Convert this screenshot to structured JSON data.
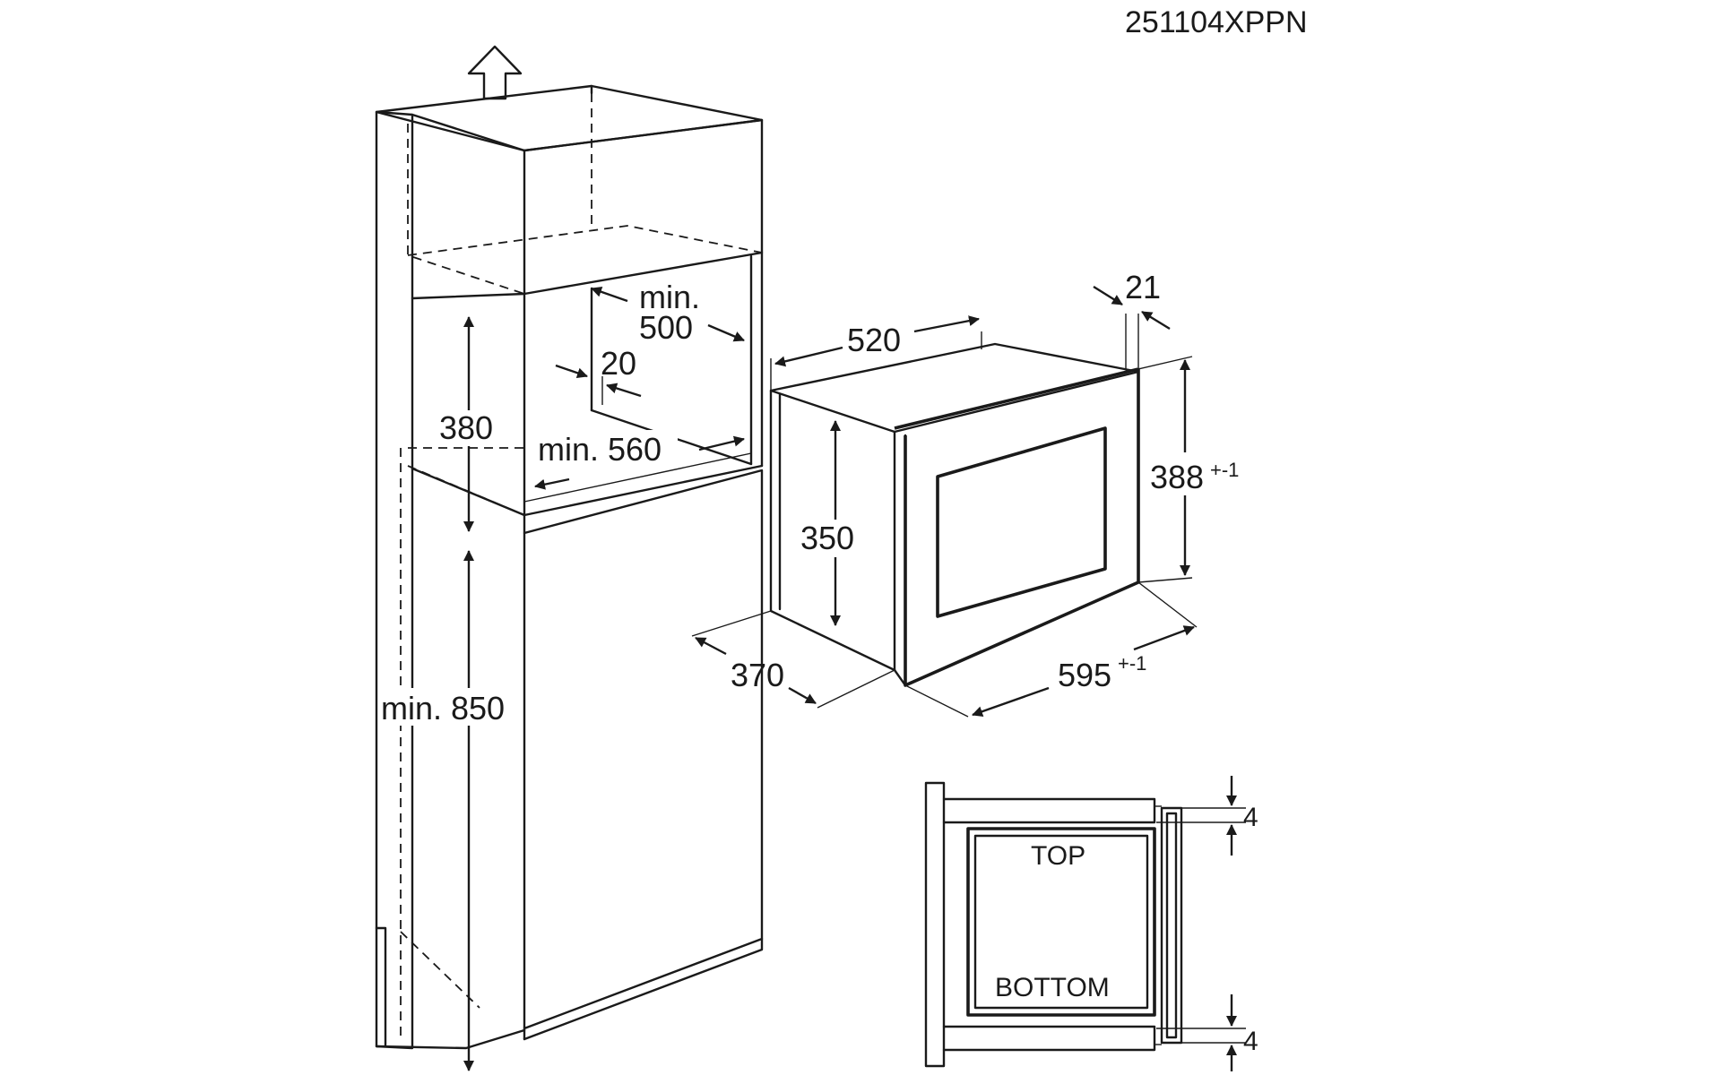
{
  "diagram_code": "251104XPPN",
  "cabinet": {
    "min_500_line1": "min.",
    "min_500_line2": "500",
    "dim_20": "20",
    "dim_380": "380",
    "min_560": "min. 560",
    "min_850": "min. 850"
  },
  "appliance": {
    "dim_520": "520",
    "dim_21": "21",
    "dim_350": "350",
    "dim_388": "388",
    "dim_388_tol": "+-1",
    "dim_370": "370",
    "dim_595": "595",
    "dim_595_tol": "+-1"
  },
  "side_view": {
    "top_label": "TOP",
    "bottom_label": "BOTTOM",
    "gap_top": "4",
    "gap_bottom": "4"
  }
}
